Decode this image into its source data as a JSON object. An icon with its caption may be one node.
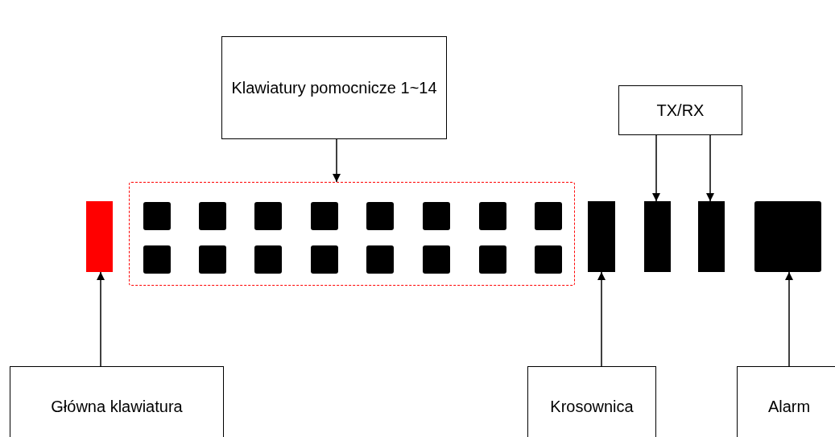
{
  "diagram": {
    "nodes": [
      {
        "text": [
          "Klawiatury pomocnicze 1~14"
        ]
      },
      {
        "text": [
          "TX/RX"
        ]
      },
      {
        "text": [],
        "shape": "bar"
      },
      {
        "text": [],
        "shape": "box"
      },
      {
        "text": [],
        "shape": "box",
        "in": 3
      },
      {
        "text": [],
        "shape": "box",
        "in": 3
      },
      {
        "text": [],
        "shape": "box",
        "in": 3
      },
      {
        "text": [],
        "shape": "box",
        "in": 3
      },
      {
        "text": [],
        "shape": "box",
        "in": 3
      },
      {
        "text": [],
        "shape": "box",
        "in": 3
      },
      {
        "text": [],
        "shape": "box",
        "in": 3
      },
      {
        "text": [],
        "shape": "box",
        "in": 3
      },
      {
        "text": [],
        "shape": "box",
        "in": 3
      },
      {
        "text": [],
        "shape": "box",
        "in": 3
      },
      {
        "text": [],
        "shape": "box",
        "in": 3
      },
      {
        "text": [],
        "shape": "box",
        "in": 3
      },
      {
        "text": [],
        "shape": "box",
        "in": 3
      },
      {
        "text": [],
        "shape": "box",
        "in": 3
      },
      {
        "text": [],
        "shape": "box",
        "in": 3
      },
      {
        "text": [],
        "shape": "box",
        "in": 3
      },
      {
        "text": [],
        "shape": "bar"
      },
      {
        "text": [],
        "shape": "bar"
      },
      {
        "text": [],
        "shape": "bar"
      },
      {
        "text": [],
        "shape": "box"
      },
      {
        "text": [
          "Główna klawiatura"
        ]
      },
      {
        "text": [
          "Krosownica"
        ]
      },
      {
        "text": [
          "Alarm"
        ]
      }
    ],
    "edges": [
      {
        "from": 0,
        "to": 3,
        "arrow": "to"
      },
      {
        "from": 1,
        "to": 21,
        "arrow": "to"
      },
      {
        "from": 1,
        "to": 22,
        "arrow": "to"
      },
      {
        "from": 24,
        "to": 2,
        "arrow": "to"
      },
      {
        "from": 25,
        "to": 20,
        "arrow": "to"
      },
      {
        "from": 26,
        "to": 23,
        "arrow": "to"
      }
    ]
  }
}
